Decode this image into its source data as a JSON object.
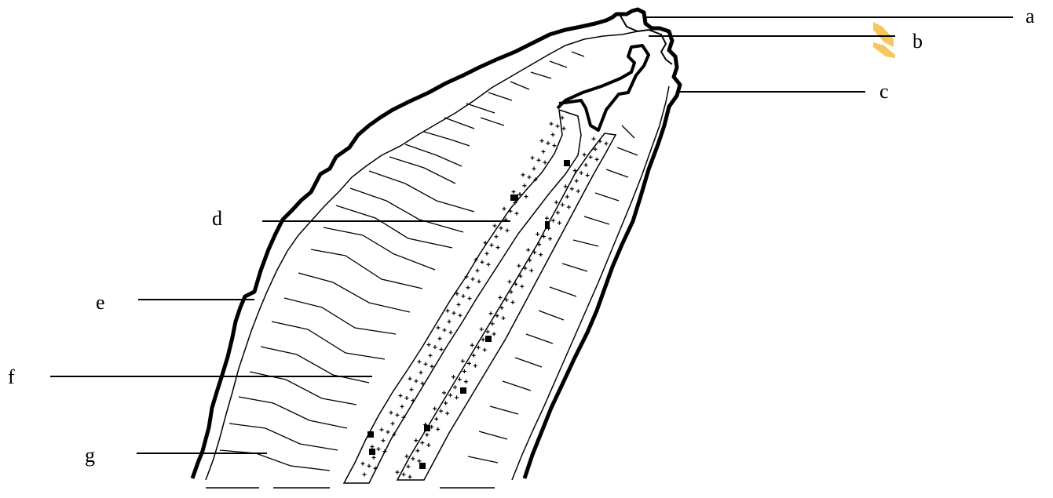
{
  "diagram": {
    "labels": [
      {
        "id": "a",
        "text": "a"
      },
      {
        "id": "b",
        "text": "b"
      },
      {
        "id": "c",
        "text": "c"
      },
      {
        "id": "d",
        "text": "d"
      },
      {
        "id": "e",
        "text": "e"
      },
      {
        "id": "f",
        "text": "f"
      },
      {
        "id": "g",
        "text": "g"
      }
    ],
    "accent_color": "#f6c75e",
    "line_color": "#000000"
  }
}
